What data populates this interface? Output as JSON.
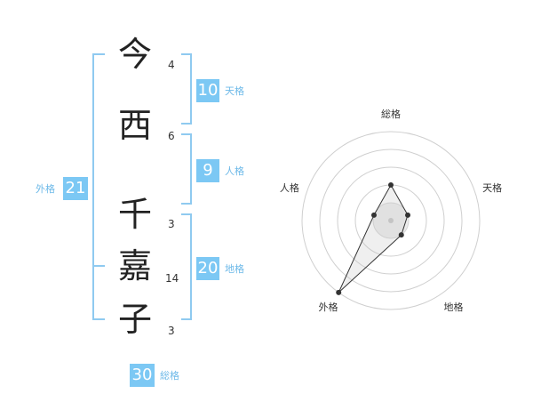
{
  "name": {
    "characters": [
      {
        "char": "今",
        "strokes": "4"
      },
      {
        "char": "西",
        "strokes": "6"
      },
      {
        "char": "千",
        "strokes": "3"
      },
      {
        "char": "嘉",
        "strokes": "14"
      },
      {
        "char": "子",
        "strokes": "3"
      }
    ]
  },
  "fortunes": {
    "tenkaku": {
      "value": "10",
      "label": "天格"
    },
    "jinkaku": {
      "value": "9",
      "label": "人格"
    },
    "chikaku": {
      "value": "20",
      "label": "地格"
    },
    "gaikaku": {
      "value": "21",
      "label": "外格"
    },
    "soukaku": {
      "value": "30",
      "label": "総格"
    }
  },
  "colors": {
    "bracket": "#8fcaf0",
    "badge": "#7cc8f4",
    "label": "#6db9e8"
  },
  "chart_data": {
    "type": "radar",
    "axes": [
      "総格",
      "天格",
      "地格",
      "外格",
      "人格"
    ],
    "values": [
      2,
      1,
      1,
      5,
      1
    ],
    "rings": 4
  }
}
